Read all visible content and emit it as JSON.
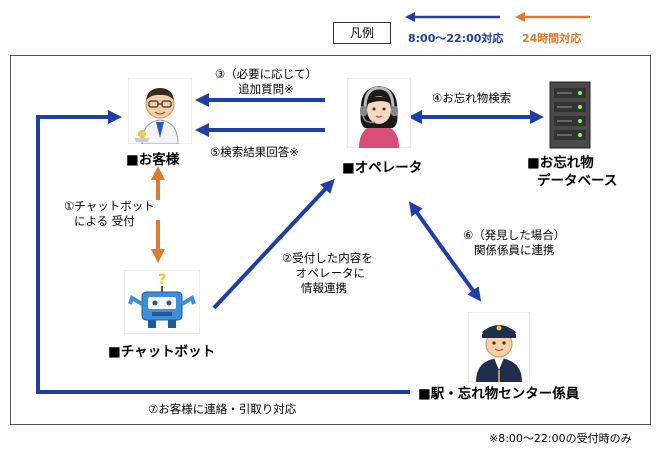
{
  "legend": {
    "title": "凡例",
    "blue_label": "8:00〜22:00対応",
    "orange_label": "24時間対応"
  },
  "colors": {
    "blue": "#1f3fa6",
    "orange": "#dd7a2e"
  },
  "nodes": {
    "customer": {
      "label": "■お客様",
      "icon": "customer-person-icon"
    },
    "operator": {
      "label": "■オペレータ",
      "icon": "operator-headset-icon"
    },
    "database": {
      "label_line1": "■お忘れ物",
      "label_line2": "データベース",
      "icon": "server-icon"
    },
    "chatbot": {
      "label": "■チャットボット",
      "icon": "robot-icon"
    },
    "staff": {
      "label": "■駅・忘れ物センター係員",
      "icon": "station-staff-icon"
    }
  },
  "steps": {
    "s1_line1": "①チャットボット",
    "s1_line2": "による 受付",
    "s2_line1": "②受付した内容を",
    "s2_line2": "オペレータに",
    "s2_line3": "情報連携",
    "s3_line1": "③（必要に応じて）",
    "s3_line2": "追加質問※",
    "s4": "④お忘れ物検索",
    "s5": "⑤検索結果回答※",
    "s6_line1": "⑥（発見した場合）",
    "s6_line2": "関係係員に連携",
    "s7": "⑦お客様に連絡・引取り対応"
  },
  "footnote": "※8:00〜22:00の受付時のみ"
}
